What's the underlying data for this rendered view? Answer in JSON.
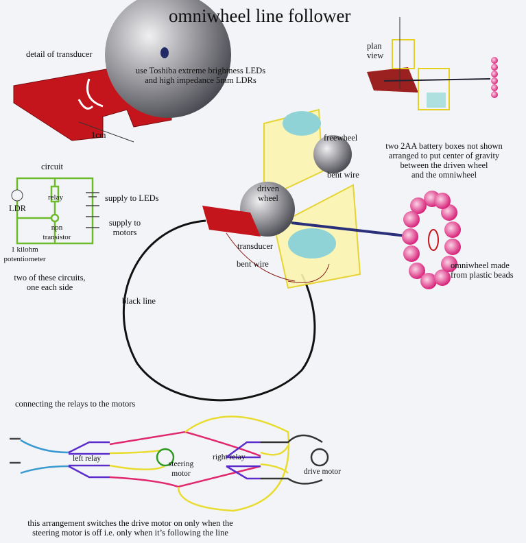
{
  "title": "omniwheel line follower",
  "labels": {
    "detail": "detail of transducer",
    "leds1": "use Toshiba extreme brightness LEDs",
    "leds2": "and high impedance 5mm LDRs",
    "scale": "1cm",
    "plan1": "plan",
    "plan2": "view",
    "freewheel": "freewheel",
    "bentwire_top": "bent wire",
    "driven1": "driven",
    "driven2": "wheel",
    "transducer": "transducer",
    "bentwire_bottom": "bent wire",
    "battery1": "two 2AA battery boxes not shown",
    "battery2": "arranged to put center of gravity",
    "battery3": "between the driven wheel",
    "battery4": "and the omniwheel",
    "omni1": "omniwheel made",
    "omni2": "from plastic beads",
    "blackline": "black line"
  },
  "circuit": {
    "title": "circuit",
    "ldr": "LDR",
    "relay": "relay",
    "npn1": "npn",
    "npn2": "transistor",
    "pot1": "1 kilohm",
    "pot2": "potentiometer",
    "leds": "supply to LEDs",
    "motors1": "supply to",
    "motors2": "motors",
    "note1": "two of these circuits,",
    "note2": "one each side"
  },
  "wiring": {
    "title": "connecting the relays to the motors",
    "left_relay": "left relay",
    "right_relay": "right relay",
    "steer1": "steering",
    "steer2": "motor",
    "drive": "drive motor",
    "note1": "this arrangement switches the drive motor on only when the",
    "note2": "steering motor is off i.e. only when it’s following the line"
  }
}
